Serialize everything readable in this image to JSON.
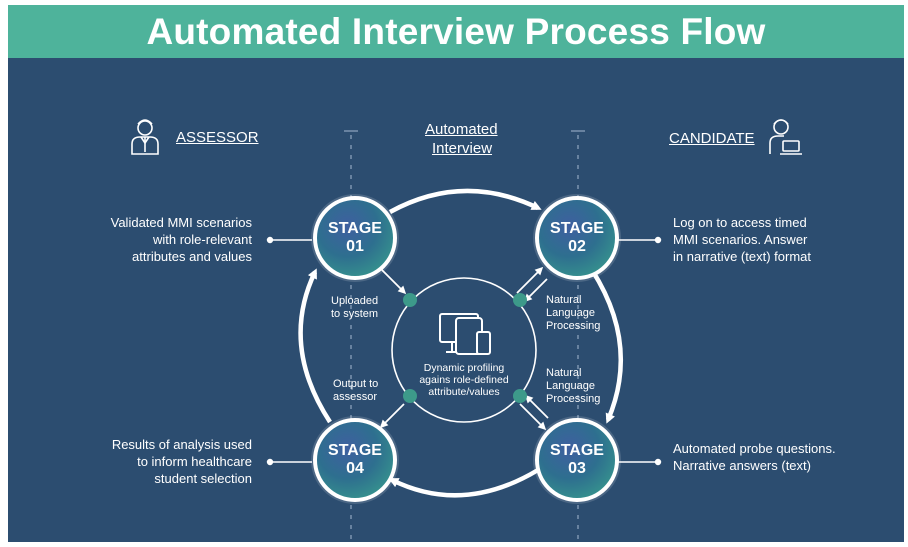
{
  "title": "Automated Interview Process Flow",
  "columns": {
    "assessor": "ASSESSOR",
    "automated_line1": "Automated",
    "automated_line2": "Interview",
    "candidate": "CANDIDATE"
  },
  "stages": [
    {
      "word": "STAGE",
      "num": "01"
    },
    {
      "word": "STAGE",
      "num": "02"
    },
    {
      "word": "STAGE",
      "num": "03"
    },
    {
      "word": "STAGE",
      "num": "04"
    }
  ],
  "descriptions": {
    "stage1": [
      "Validated MMI scenarios",
      "with role-relevant",
      "attributes and values"
    ],
    "stage2": [
      "Log on to access timed",
      "MMI scenarios. Answer",
      "in narrative (text) format"
    ],
    "stage3": [
      "Automated probe questions.",
      "Narrative answers (text)"
    ],
    "stage4": [
      "Results of analysis used",
      "to inform healthcare",
      "student selection"
    ]
  },
  "center_labels": {
    "uploaded": [
      "Uploaded",
      "to system"
    ],
    "nlp_top": [
      "Natural",
      "Language",
      "Processing"
    ],
    "output": [
      "Output to",
      "assessor"
    ],
    "nlp_bottom": [
      "Natural",
      "Language",
      "Processing"
    ],
    "core": [
      "Dynamic profiling",
      "agains role-defined",
      "attribute/values"
    ]
  },
  "icons": {
    "assessor": "assessor-person-icon",
    "candidate": "candidate-laptop-icon",
    "center": "devices-icon"
  },
  "colors": {
    "header": "#4eb39b",
    "panel": "#2c4d70",
    "stage_gradient_start": "#3f5fa0",
    "stage_gradient_end": "#3aa58c",
    "text": "#ffffff"
  }
}
